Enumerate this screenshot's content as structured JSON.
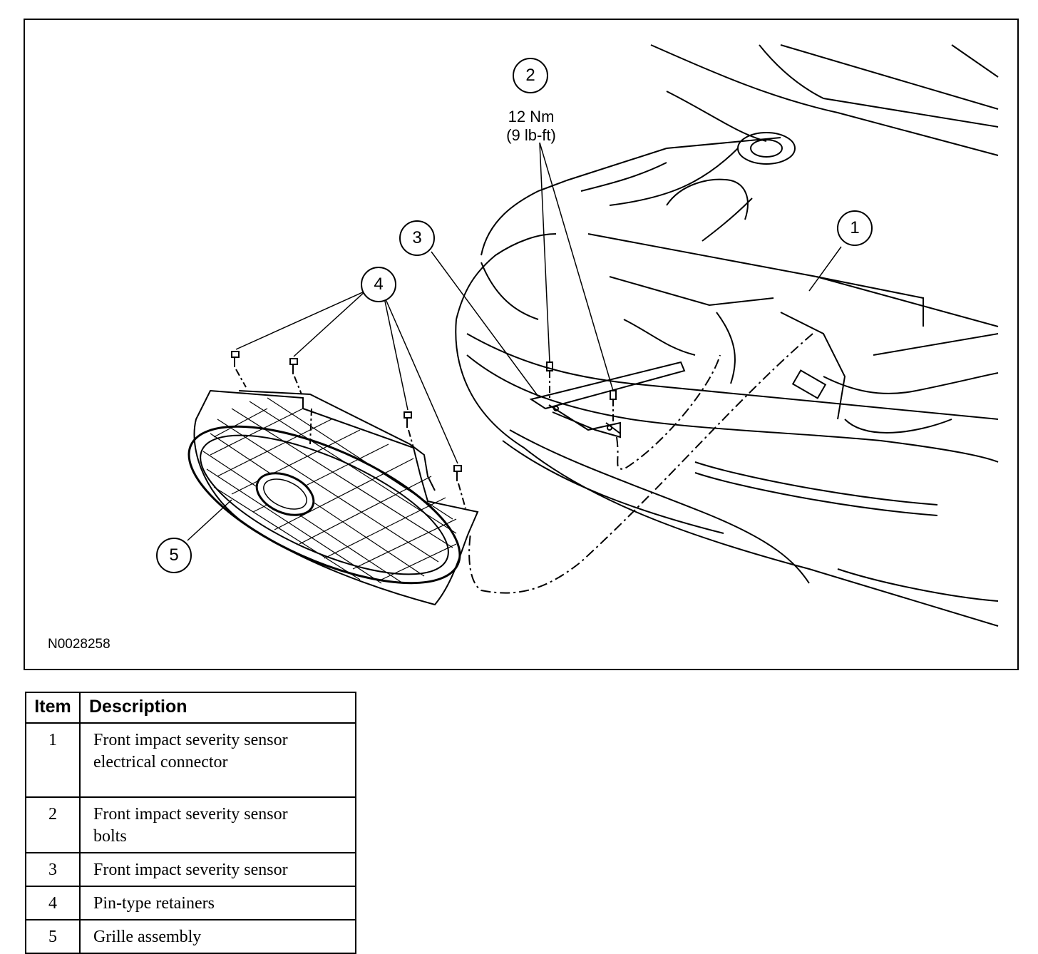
{
  "figure": {
    "id": "N0028258",
    "torque": {
      "metric": "12 Nm",
      "imperial": "(9 lb-ft)"
    },
    "callouts": [
      "1",
      "2",
      "3",
      "4",
      "5"
    ]
  },
  "legend": {
    "headers": {
      "item": "Item",
      "description": "Description"
    },
    "rows": [
      {
        "item": "1",
        "description_lines": [
          "Front impact severity sensor",
          "electrical connector"
        ]
      },
      {
        "item": "2",
        "description_lines": [
          "Front impact severity sensor",
          "bolts"
        ]
      },
      {
        "item": "3",
        "description_lines": [
          "Front impact severity sensor"
        ]
      },
      {
        "item": "4",
        "description_lines": [
          "Pin-type retainers"
        ]
      },
      {
        "item": "5",
        "description_lines": [
          "Grille assembly"
        ]
      }
    ]
  }
}
